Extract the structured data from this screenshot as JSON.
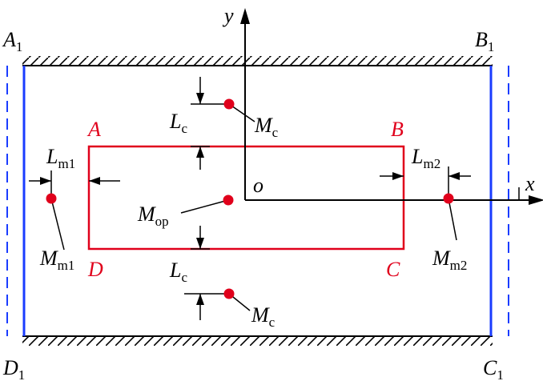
{
  "labels": {
    "A1": {
      "main": "A",
      "sub": "1"
    },
    "B1": {
      "main": "B",
      "sub": "1"
    },
    "C1": {
      "main": "C",
      "sub": "1"
    },
    "D1": {
      "main": "D",
      "sub": "1"
    },
    "A": "A",
    "B": "B",
    "C": "C",
    "D": "D",
    "x_axis": "x",
    "y_axis": "y",
    "origin": "o",
    "Lc_top": {
      "main": "L",
      "sub": "c"
    },
    "Lc_bottom": {
      "main": "L",
      "sub": "c"
    },
    "Mc_top": {
      "main": "M",
      "sub": "c"
    },
    "Mc_bottom": {
      "main": "M",
      "sub": "c"
    },
    "Lm1": {
      "main": "L",
      "sub": "m1"
    },
    "Lm2": {
      "main": "L",
      "sub": "m2"
    },
    "Mm1": {
      "main": "M",
      "sub": "m1"
    },
    "Mm2": {
      "main": "M",
      "sub": "m2"
    },
    "Mop": {
      "main": "M",
      "sub": "op"
    }
  },
  "colors": {
    "frame": "#1a3cff",
    "rect": "#e0001b",
    "point": "#e0001b",
    "ink": "#000000"
  }
}
